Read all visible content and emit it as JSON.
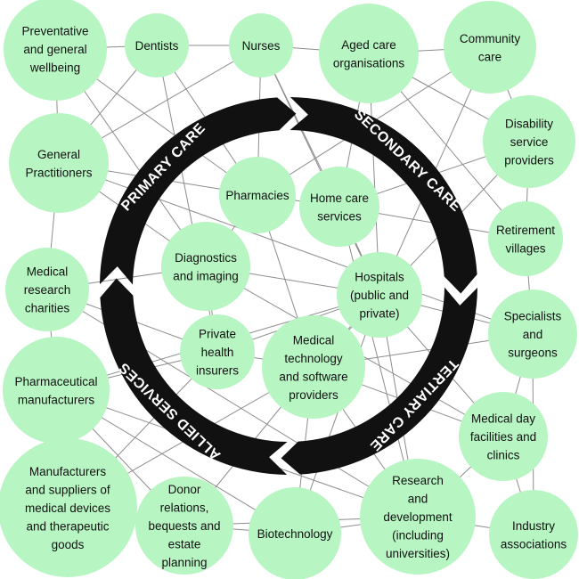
{
  "colors": {
    "node_fill": "#b7f5c3",
    "edge": "#8c8c8c",
    "arrow_fill": "#111111",
    "arrow_text": "#ffffff",
    "node_text": "#111111"
  },
  "nodes": [
    {
      "id": "preventative",
      "lines": [
        "Preventative",
        "and general",
        "wellbeing"
      ]
    },
    {
      "id": "dentists",
      "lines": [
        "Dentists"
      ]
    },
    {
      "id": "nurses",
      "lines": [
        "Nurses"
      ]
    },
    {
      "id": "aged-care",
      "lines": [
        "Aged care",
        "organisations"
      ]
    },
    {
      "id": "community-care",
      "lines": [
        "Community",
        "care"
      ]
    },
    {
      "id": "disability",
      "lines": [
        "Disability",
        "service",
        "providers"
      ]
    },
    {
      "id": "gps",
      "lines": [
        "General",
        "Practitioners"
      ]
    },
    {
      "id": "pharmacies",
      "lines": [
        "Pharmacies"
      ]
    },
    {
      "id": "home-care",
      "lines": [
        "Home care",
        "services"
      ]
    },
    {
      "id": "retirement",
      "lines": [
        "Retirement",
        "villages"
      ]
    },
    {
      "id": "diagnostics",
      "lines": [
        "Diagnostics",
        "and imaging"
      ]
    },
    {
      "id": "hospitals",
      "lines": [
        "Hospitals",
        "(public and",
        "private)"
      ]
    },
    {
      "id": "med-research-charities",
      "lines": [
        "Medical",
        "research",
        "charities"
      ]
    },
    {
      "id": "specialists",
      "lines": [
        "Specialists",
        "and",
        "surgeons"
      ]
    },
    {
      "id": "private-insurers",
      "lines": [
        "Private",
        "health",
        "insurers"
      ]
    },
    {
      "id": "medtech",
      "lines": [
        "Medical",
        "technology",
        "and software",
        "providers"
      ]
    },
    {
      "id": "pharma",
      "lines": [
        "Pharmaceutical",
        "manufacturers"
      ]
    },
    {
      "id": "day-facilities",
      "lines": [
        "Medical day",
        "facilities and",
        "clinics"
      ]
    },
    {
      "id": "manufacturers",
      "lines": [
        "Manufacturers",
        "and suppliers of",
        "medical devices",
        "and therapeutic",
        "goods"
      ]
    },
    {
      "id": "donor",
      "lines": [
        "Donor",
        "relations,",
        "bequests and",
        "estate",
        "planning"
      ]
    },
    {
      "id": "biotech",
      "lines": [
        "Biotechnology"
      ]
    },
    {
      "id": "rnd",
      "lines": [
        "Research",
        "and",
        "development",
        "(including",
        "universities)"
      ]
    },
    {
      "id": "industry",
      "lines": [
        "Industry",
        "associations"
      ]
    }
  ],
  "arrows": [
    {
      "id": "primary-care",
      "label": "PRIMARY CARE"
    },
    {
      "id": "secondary-care",
      "label": "SECONDARY CARE"
    },
    {
      "id": "tertiary-care",
      "label": "TERTIARY CARE"
    },
    {
      "id": "allied-services",
      "label": "ALLIED SERVICES"
    }
  ]
}
